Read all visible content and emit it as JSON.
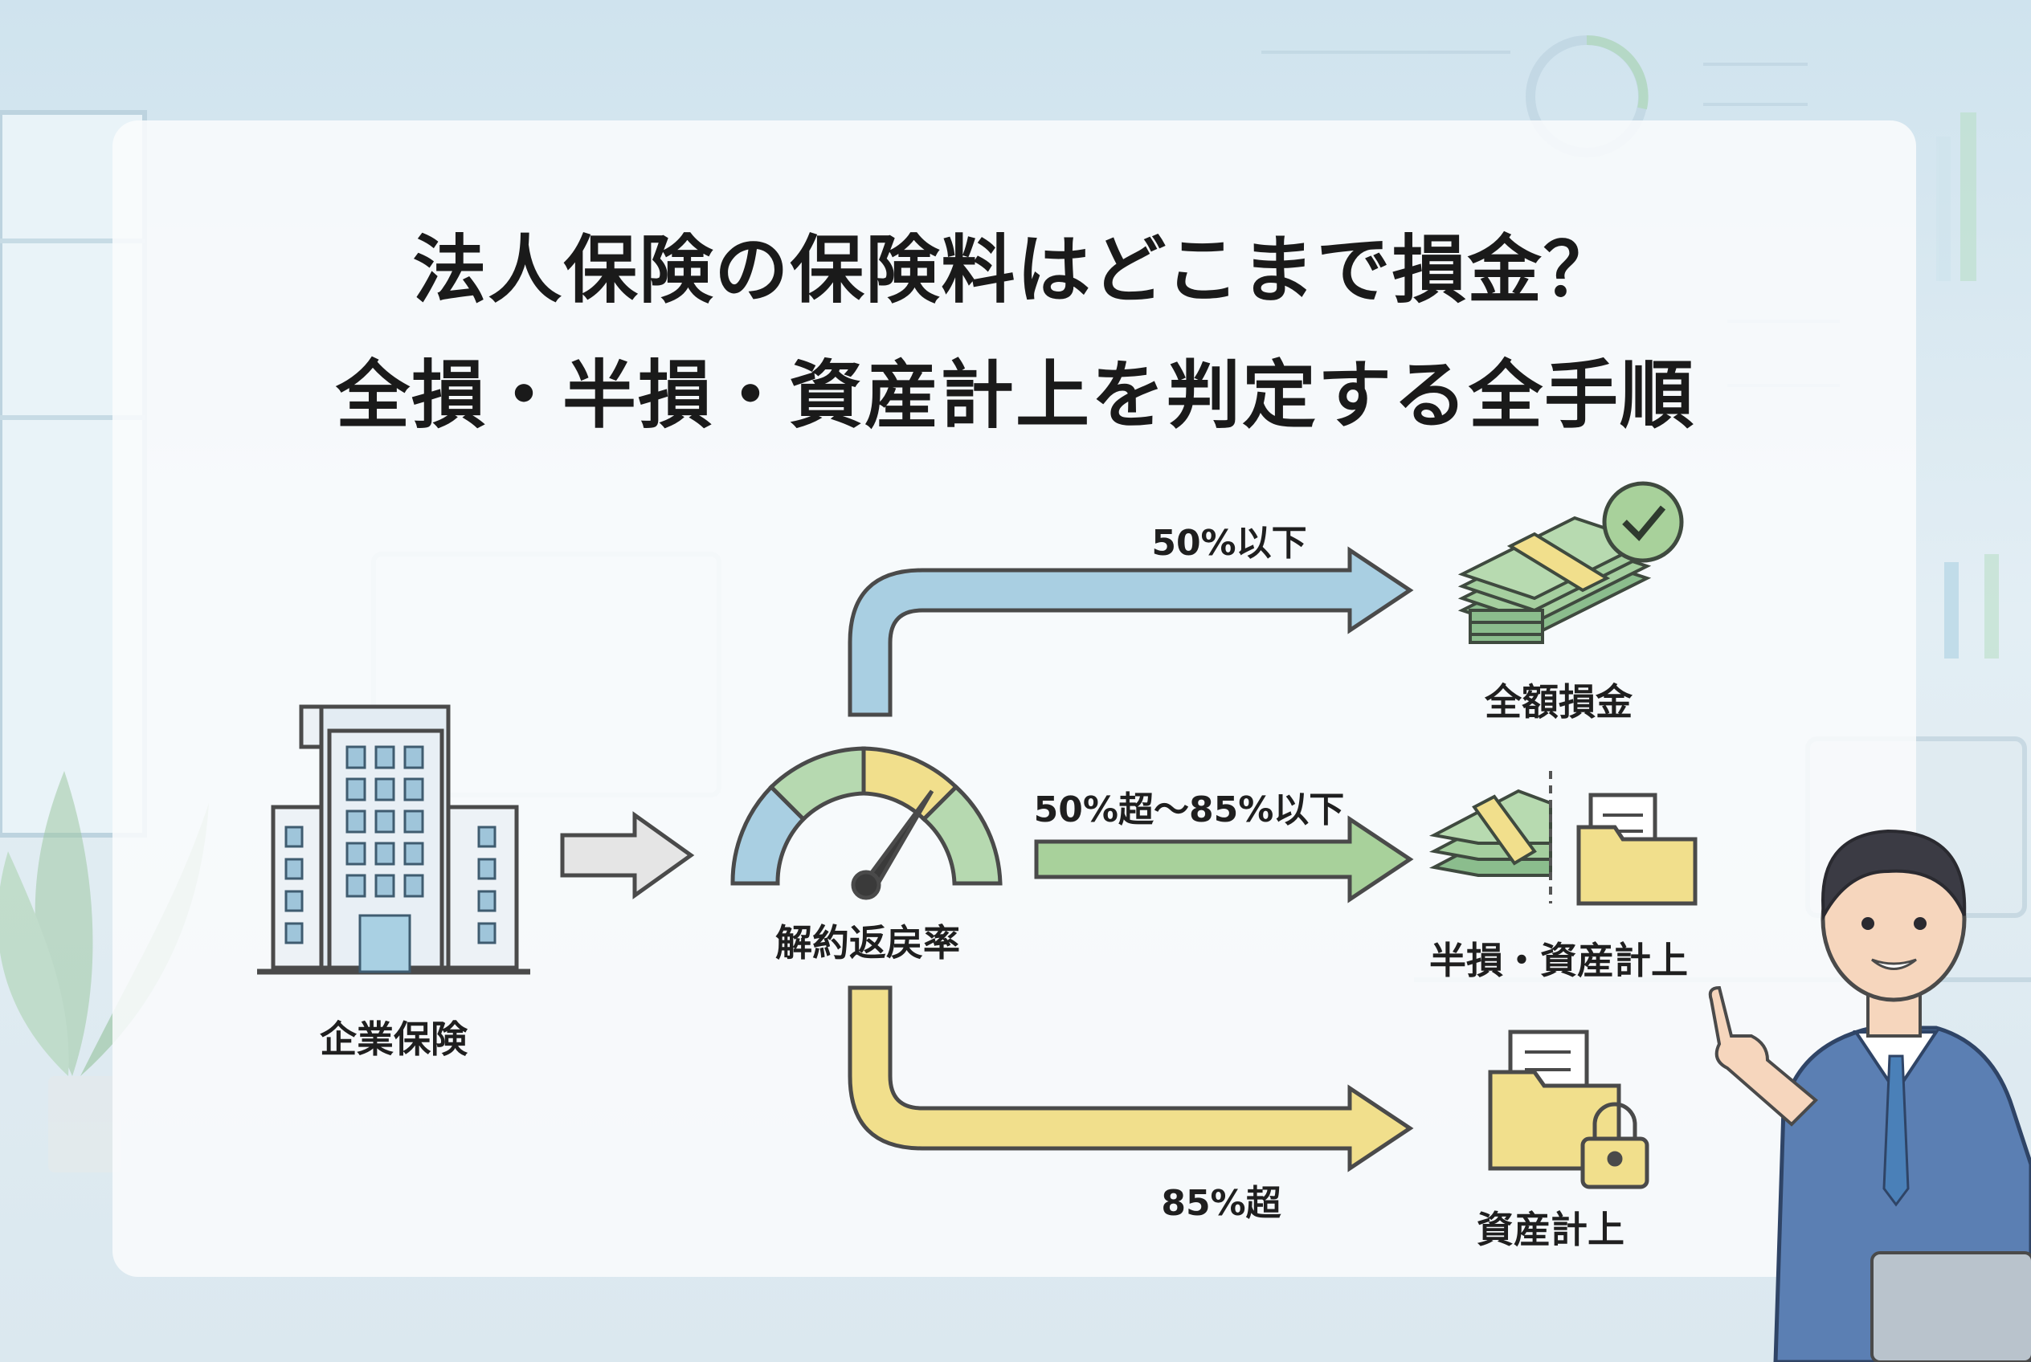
{
  "title": {
    "line1": "法人保険の保険料はどこまで損金？",
    "line2": "全損・半損・資産計上を判定する全手順"
  },
  "source": {
    "label": "企業保険",
    "icon": "office-building-icon"
  },
  "gauge": {
    "label": "解約返戻率",
    "icon": "gauge-icon"
  },
  "branches": [
    {
      "condition": "50%以下",
      "result": "全額損金",
      "color": "#a9cfe2",
      "icons": [
        "money-stack-icon",
        "check-badge-icon"
      ]
    },
    {
      "condition": "50%超〜85%以下",
      "result": "半損・資産計上",
      "color": "#a8d19b",
      "icons": [
        "money-stack-icon",
        "folder-document-icon"
      ]
    },
    {
      "condition": "85%超",
      "result": "資産計上",
      "color": "#f1df8c",
      "icons": [
        "folder-document-icon",
        "lock-icon"
      ]
    }
  ],
  "colors": {
    "blue_arrow": "#a9cfe2",
    "green_arrow": "#a8d19b",
    "yellow_arrow": "#f1df8c",
    "outline": "#4a4a4a"
  }
}
